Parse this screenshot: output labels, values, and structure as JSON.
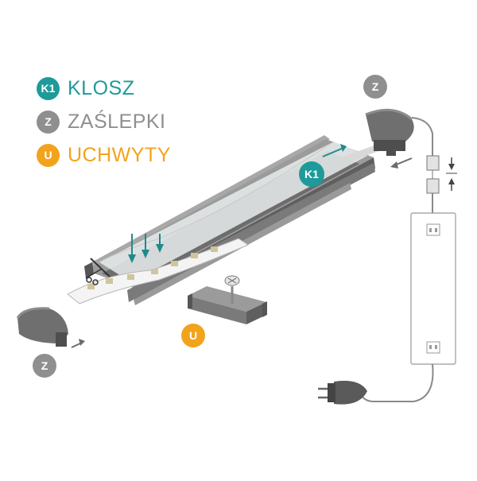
{
  "colors": {
    "klosz": "#1f9a9a",
    "zaslepki": "#8f8f8f",
    "uchwyty": "#f2a31c",
    "profile": "#8a8a8a",
    "arrow_teal": "#1f8a8a",
    "arrow_gray": "#6d6d6d"
  },
  "legend": [
    {
      "badge": "K1",
      "label": "KLOSZ",
      "color_key": "klosz"
    },
    {
      "badge": "Z",
      "label": "ZAŚLEPKI",
      "color_key": "zaslepki"
    },
    {
      "badge": "U",
      "label": "UCHWYTY",
      "color_key": "uchwyty"
    }
  ],
  "diagram": {
    "badge_k1": "K1",
    "badge_z_top": "Z",
    "badge_z_bottom": "Z",
    "badge_u": "U"
  },
  "icons": [
    "scissors-icon",
    "screw-icon",
    "plug-icon",
    "connector-icon",
    "power-supply-icon",
    "arrow-icon"
  ]
}
